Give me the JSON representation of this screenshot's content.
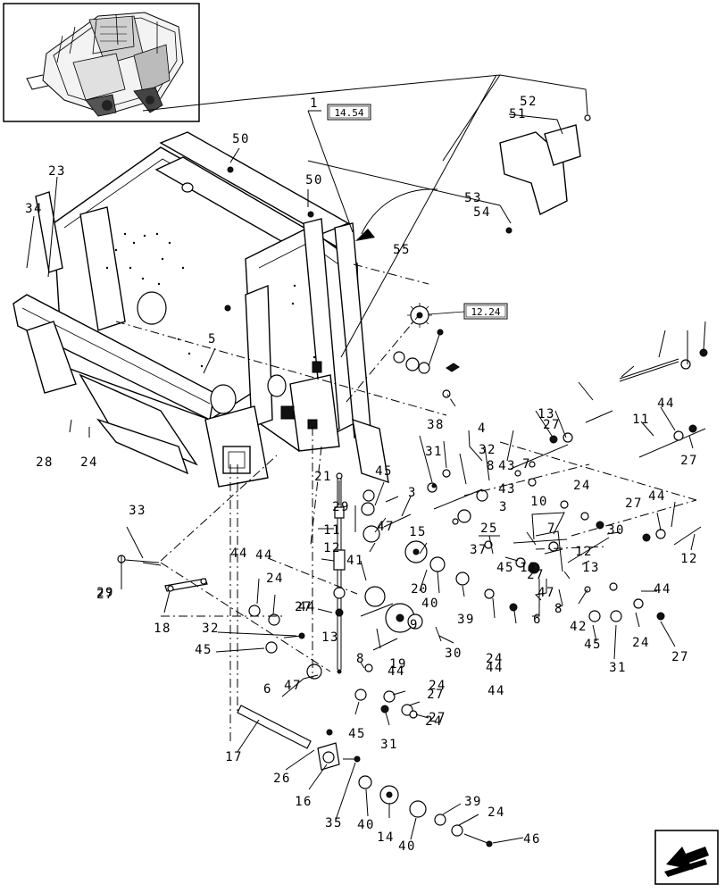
{
  "diagram": {
    "ref_boxes": [
      "14.54",
      "12.24"
    ],
    "callouts": [
      {
        "t": "1"
      },
      {
        "t": "50"
      },
      {
        "t": "50"
      },
      {
        "t": "52"
      },
      {
        "t": "51"
      },
      {
        "t": "53"
      },
      {
        "t": "54"
      },
      {
        "t": "55"
      },
      {
        "t": "23"
      },
      {
        "t": "34"
      },
      {
        "t": "5"
      },
      {
        "t": "28"
      },
      {
        "t": "24"
      },
      {
        "t": "27"
      },
      {
        "t": "44"
      },
      {
        "t": "44"
      },
      {
        "t": "27"
      },
      {
        "t": "3"
      },
      {
        "t": "11"
      },
      {
        "t": "12"
      },
      {
        "t": "44"
      },
      {
        "t": "27"
      },
      {
        "t": "13"
      },
      {
        "t": "4"
      },
      {
        "t": "7"
      },
      {
        "t": "8"
      },
      {
        "t": "43"
      },
      {
        "t": "38"
      },
      {
        "t": "31"
      },
      {
        "t": "21"
      },
      {
        "t": "45"
      },
      {
        "t": "3"
      },
      {
        "t": "29"
      },
      {
        "t": "11"
      },
      {
        "t": "47"
      },
      {
        "t": "15"
      },
      {
        "t": "41"
      },
      {
        "t": "12"
      },
      {
        "t": "20"
      },
      {
        "t": "40"
      },
      {
        "t": "39"
      },
      {
        "t": "43"
      },
      {
        "t": "25"
      },
      {
        "t": "10"
      },
      {
        "t": "37"
      },
      {
        "t": "45"
      },
      {
        "t": "6"
      },
      {
        "t": "47"
      },
      {
        "t": "8"
      },
      {
        "t": "7"
      },
      {
        "t": "30"
      },
      {
        "t": "13"
      },
      {
        "t": "42"
      },
      {
        "t": "45"
      },
      {
        "t": "31"
      },
      {
        "t": "24"
      },
      {
        "t": "27"
      },
      {
        "t": "44"
      },
      {
        "t": "24"
      },
      {
        "t": "32"
      },
      {
        "t": "24"
      },
      {
        "t": "44"
      },
      {
        "t": "27"
      },
      {
        "t": "24"
      },
      {
        "t": "11"
      },
      {
        "t": "44"
      },
      {
        "t": "27"
      },
      {
        "t": "27"
      },
      {
        "t": "44"
      },
      {
        "t": "12"
      },
      {
        "t": "33"
      },
      {
        "t": "29"
      },
      {
        "t": "18"
      },
      {
        "t": "44"
      },
      {
        "t": "24"
      },
      {
        "t": "32"
      },
      {
        "t": "45"
      },
      {
        "t": "27"
      },
      {
        "t": "13"
      },
      {
        "t": "19"
      },
      {
        "t": "9"
      },
      {
        "t": "30"
      },
      {
        "t": "8"
      },
      {
        "t": "6"
      },
      {
        "t": "47"
      },
      {
        "t": "45"
      },
      {
        "t": "44"
      },
      {
        "t": "24"
      },
      {
        "t": "27"
      },
      {
        "t": "31"
      },
      {
        "t": "17"
      },
      {
        "t": "26"
      },
      {
        "t": "16"
      },
      {
        "t": "35"
      },
      {
        "t": "40"
      },
      {
        "t": "14"
      },
      {
        "t": "40"
      },
      {
        "t": "39"
      },
      {
        "t": "24"
      },
      {
        "t": "46"
      }
    ]
  }
}
